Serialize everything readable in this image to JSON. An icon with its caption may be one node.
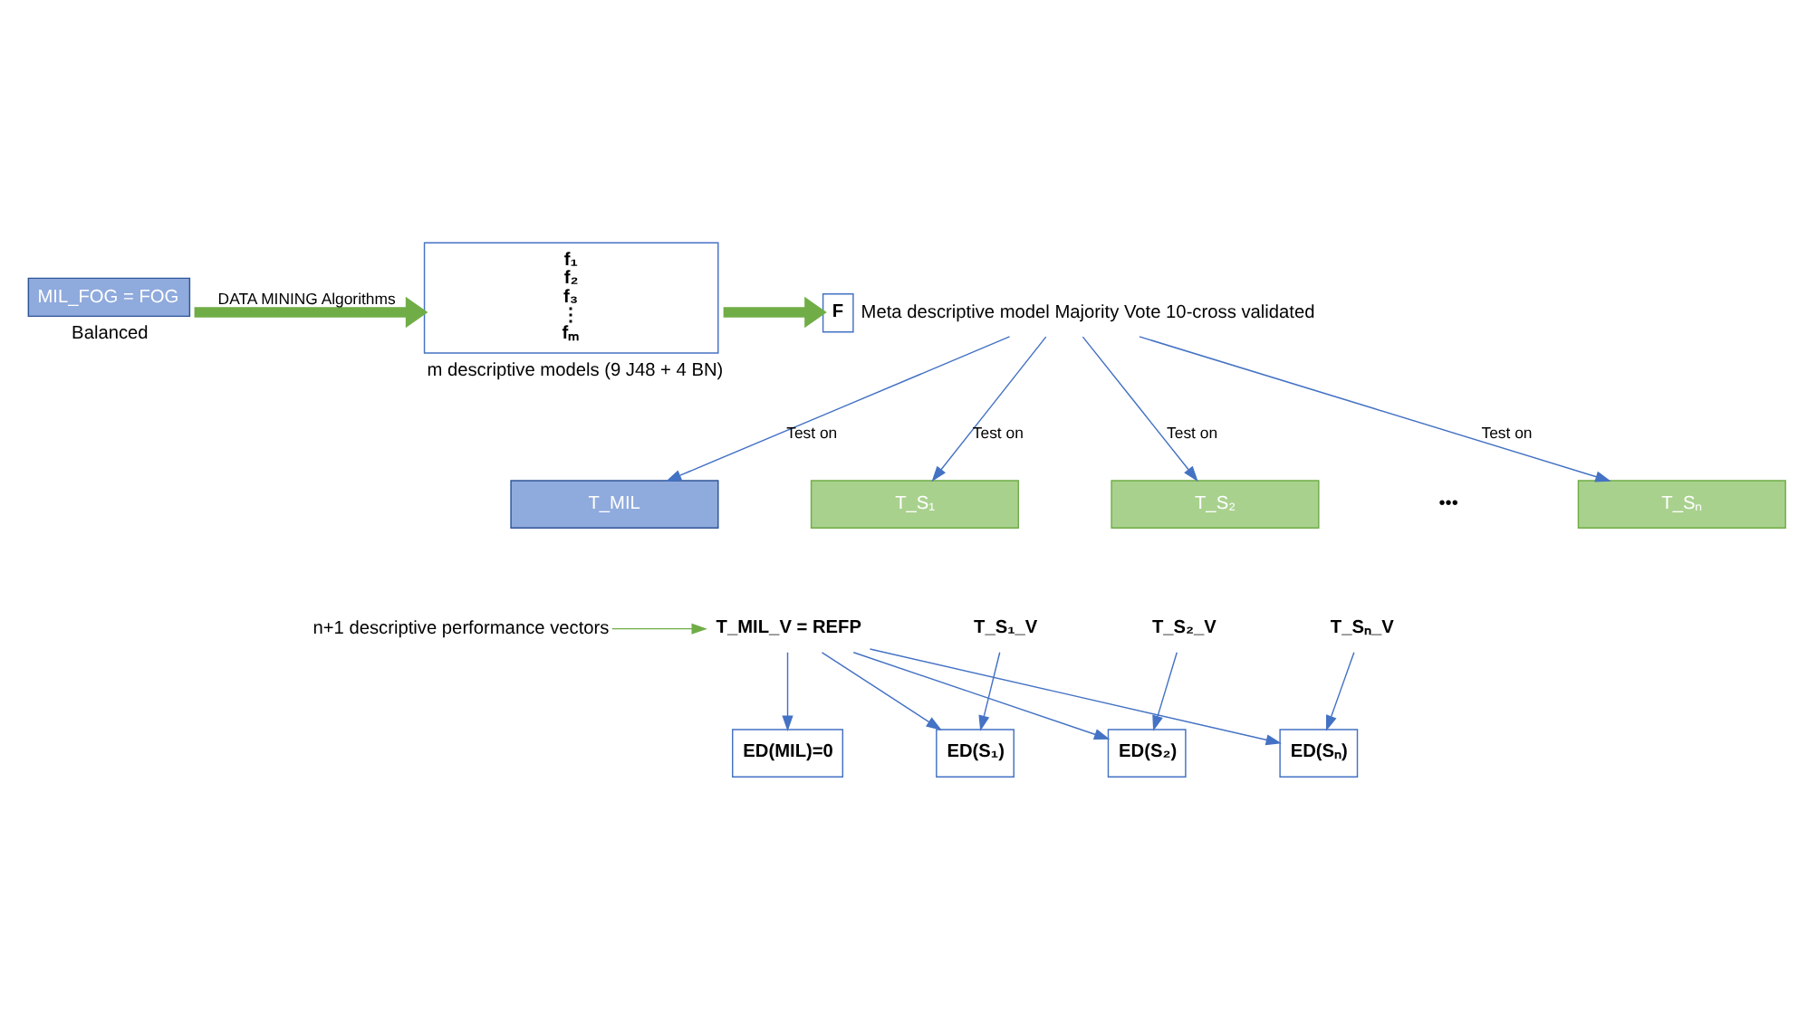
{
  "diagram": {
    "nodes": [
      {
        "text": [
          "MIL_FOG = FOG"
        ],
        "beside": [
          "Balanced"
        ]
      },
      {
        "text": [
          "f₁",
          "f₂",
          "f₃",
          "⋮",
          "fₘ"
        ],
        "beside": [
          "m descriptive models (9 J48 + 4 BN)"
        ]
      },
      {
        "text": [
          "F"
        ],
        "beside": [
          "Meta descriptive model Majority Vote 10-cross validated"
        ]
      },
      {
        "text": [
          "T_MIL"
        ]
      },
      {
        "text": [
          "T_S₁"
        ]
      },
      {
        "text": [
          "T_S₂"
        ]
      },
      {
        "text": [
          "T_Sₙ"
        ]
      },
      {
        "text": [
          "T_MIL_V = REFP"
        ]
      },
      {
        "text": [
          "T_S₁_V"
        ]
      },
      {
        "text": [
          "T_S₂_V"
        ]
      },
      {
        "text": [
          "T_Sₙ_V"
        ]
      },
      {
        "text": [
          "n+1 descriptive performance vectors"
        ]
      },
      {
        "text": [
          "ED(MIL)=0"
        ]
      },
      {
        "text": [
          "ED(S₁)"
        ]
      },
      {
        "text": [
          "ED(S₂)"
        ]
      },
      {
        "text": [
          "ED(Sₙ)"
        ]
      }
    ],
    "edges": [
      {
        "from": 0,
        "to": 1,
        "arrow": "to",
        "label": "DATA MINING Algorithms",
        "style": "thick",
        "color": "#70ad47"
      },
      {
        "from": 1,
        "to": 2,
        "arrow": "to",
        "style": "thick",
        "color": "#70ad47"
      },
      {
        "from": 2,
        "to": 3,
        "arrow": "to",
        "label": "Test on"
      },
      {
        "from": 2,
        "to": 4,
        "arrow": "to",
        "label": "Test on"
      },
      {
        "from": 2,
        "to": 5,
        "arrow": "to",
        "label": "Test on"
      },
      {
        "from": 2,
        "to": 6,
        "arrow": "to",
        "label": "Test on"
      },
      {
        "from": 11,
        "to": 7,
        "arrow": "to",
        "color": "#70ad47"
      },
      {
        "from": 7,
        "to": 12,
        "arrow": "to"
      },
      {
        "from": 7,
        "to": 13,
        "arrow": "to"
      },
      {
        "from": 7,
        "to": 14,
        "arrow": "to"
      },
      {
        "from": 7,
        "to": 15,
        "arrow": "to"
      },
      {
        "from": 8,
        "to": 13,
        "arrow": "to"
      },
      {
        "from": 9,
        "to": 14,
        "arrow": "to"
      },
      {
        "from": 10,
        "to": 15,
        "arrow": "to"
      }
    ],
    "labels": [
      "•••"
    ]
  }
}
